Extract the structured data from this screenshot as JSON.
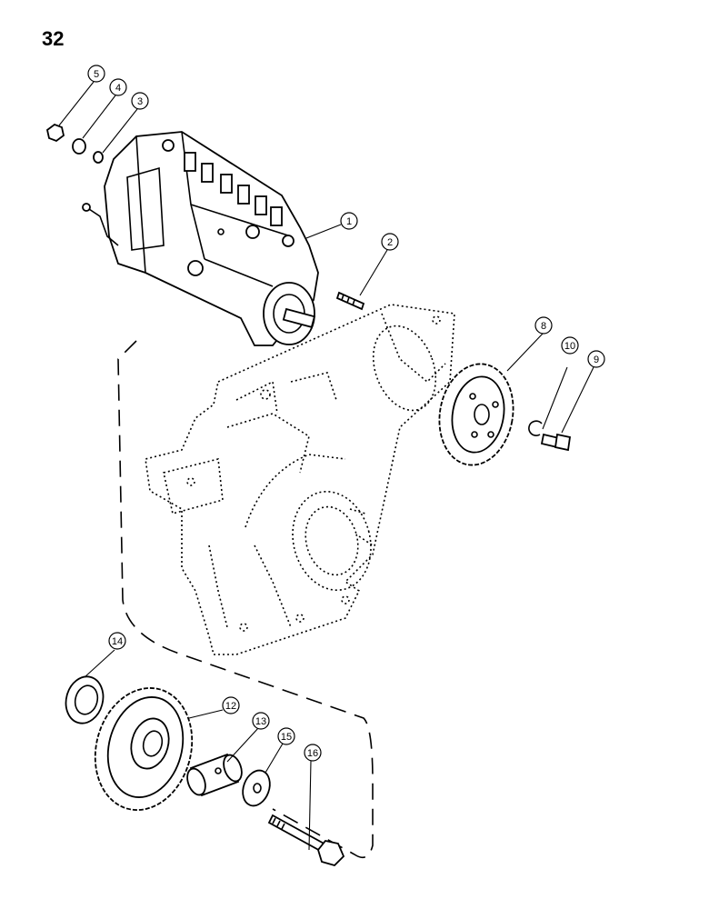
{
  "page_number": "32",
  "callouts": [
    {
      "label": "1"
    },
    {
      "label": "2"
    },
    {
      "label": "3"
    },
    {
      "label": "4"
    },
    {
      "label": "5"
    },
    {
      "label": "8"
    },
    {
      "label": "9"
    },
    {
      "label": "10"
    },
    {
      "label": "12"
    },
    {
      "label": "13"
    },
    {
      "label": "14"
    },
    {
      "label": "15"
    },
    {
      "label": "16"
    }
  ]
}
